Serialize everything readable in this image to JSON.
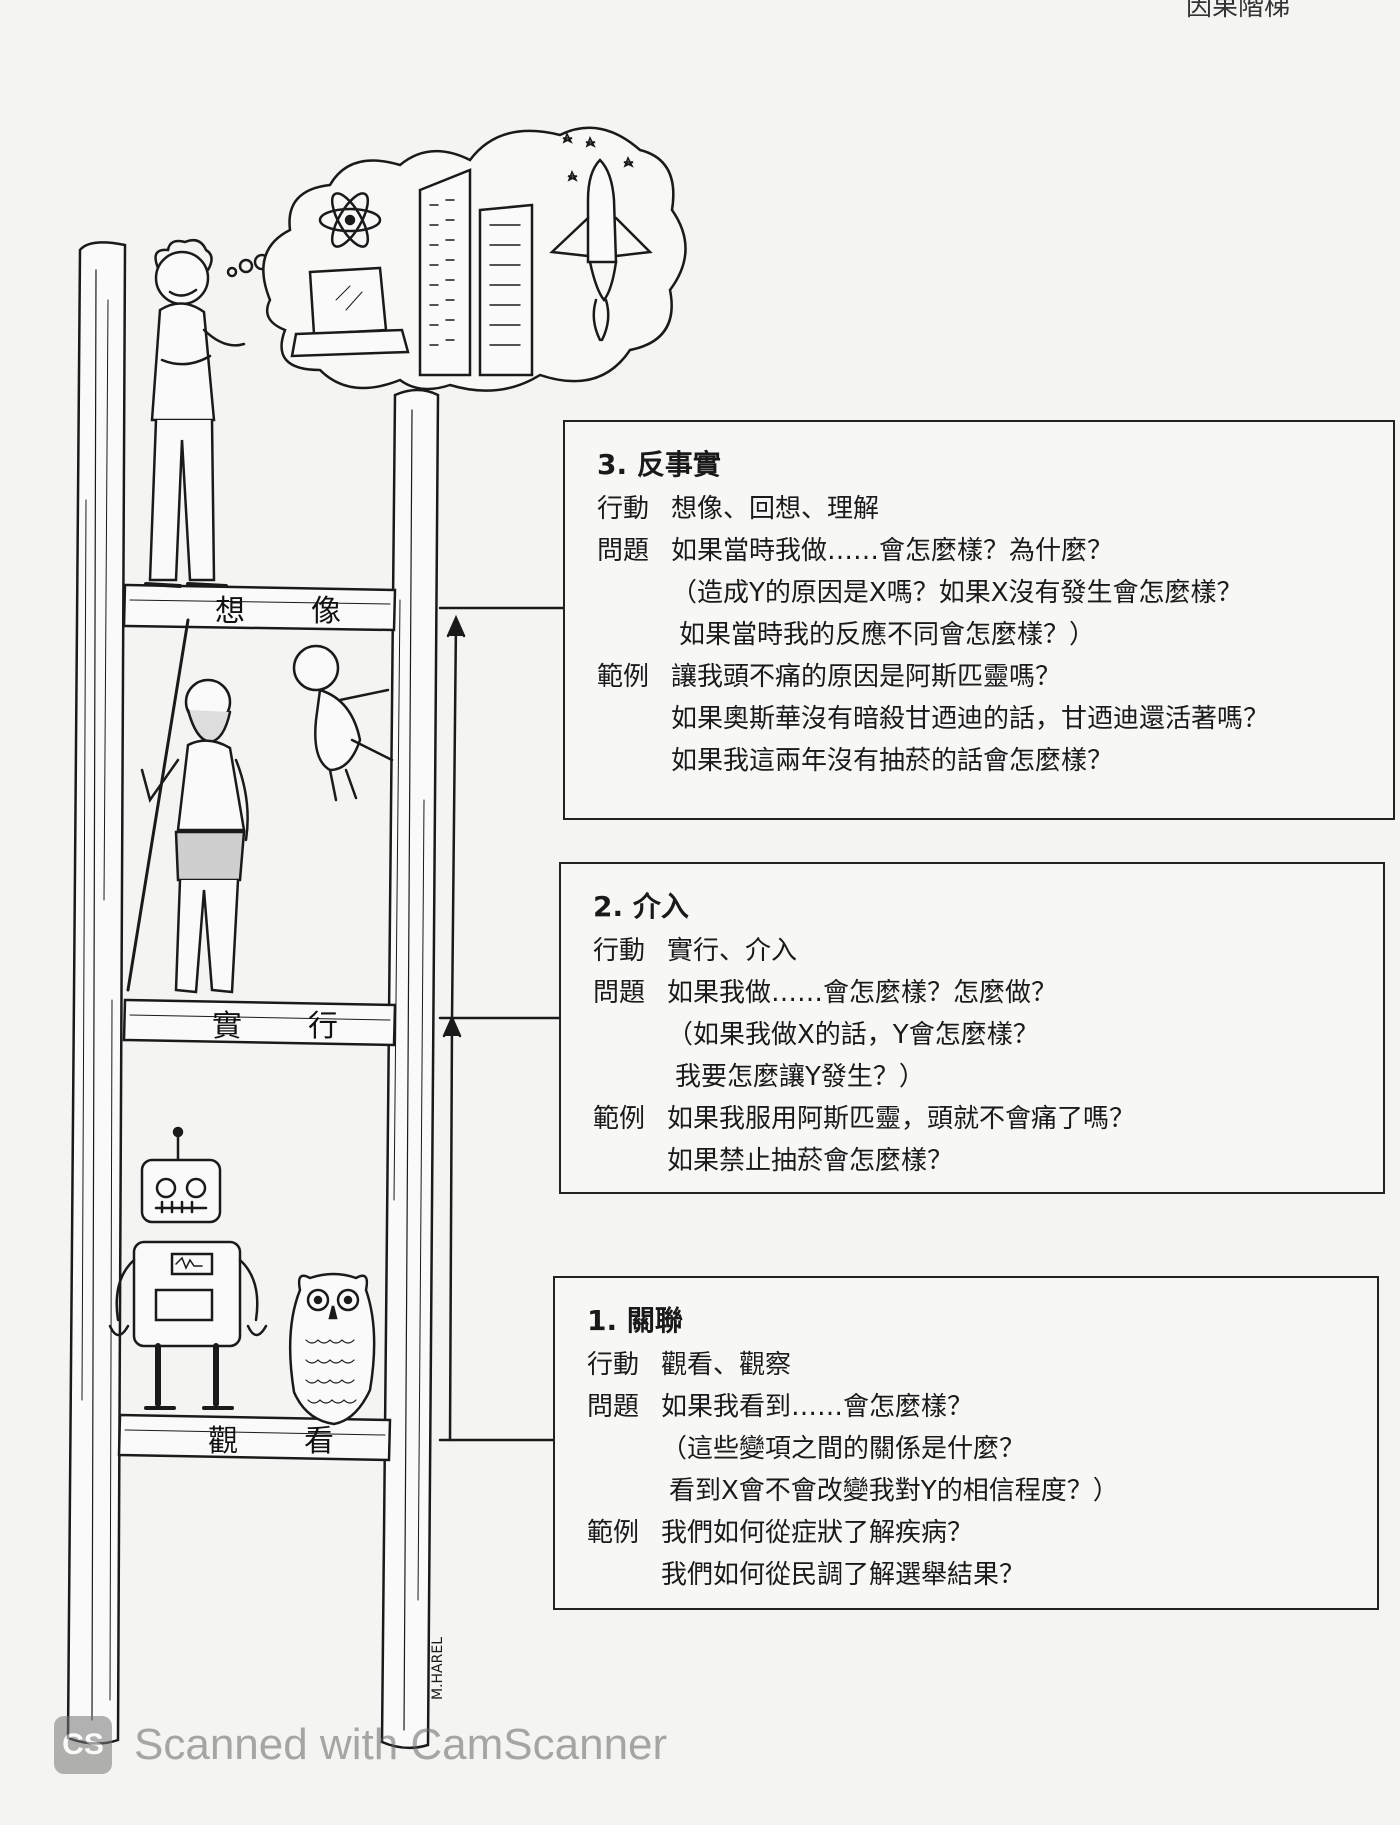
{
  "page_header": "因果階梯",
  "rungs": [
    {
      "label": "想　像"
    },
    {
      "label": "實　行"
    },
    {
      "label": "觀　看"
    }
  ],
  "boxes": [
    {
      "title": "3. 反事實",
      "action_key": "行動",
      "action": "想像、回想、理解",
      "question_key": "問題",
      "questions": [
        "如果當時我做……會怎麼樣？為什麼？",
        "（造成Y的原因是X嗎？如果X沒有發生會怎麼樣？",
        "如果當時我的反應不同會怎麼樣？）"
      ],
      "example_key": "範例",
      "examples": [
        "讓我頭不痛的原因是阿斯匹靈嗎？",
        "如果奧斯華沒有暗殺甘迺迪的話，甘迺迪還活著嗎？",
        "如果我這兩年沒有抽菸的話會怎麼樣？"
      ]
    },
    {
      "title": "2. 介入",
      "action_key": "行動",
      "action": "實行、介入",
      "question_key": "問題",
      "questions": [
        "如果我做……會怎麼樣？怎麼做？",
        "（如果我做X的話，Y會怎麼樣？",
        "我要怎麼讓Y發生？）"
      ],
      "example_key": "範例",
      "examples": [
        "如果我服用阿斯匹靈，頭就不會痛了嗎？",
        "如果禁止抽菸會怎麼樣？"
      ]
    },
    {
      "title": "1. 關聯",
      "action_key": "行動",
      "action": "觀看、觀察",
      "question_key": "問題",
      "questions": [
        "如果我看到……會怎麼樣？",
        "（這些變項之間的關係是什麼？",
        "看到X會不會改變我對Y的相信程度？）"
      ],
      "example_key": "範例",
      "examples": [
        "我們如何從症狀了解疾病？",
        "我們如何從民調了解選舉結果？"
      ]
    }
  ],
  "signature": "M.HAREL",
  "watermark": {
    "logo": "CS",
    "text": "Scanned with CamScanner"
  },
  "icons": [
    "atom-icon",
    "laptop-icon",
    "building-icon",
    "rocket-icon",
    "star-icon",
    "robot-icon",
    "owl-icon",
    "arrow-up-icon"
  ]
}
